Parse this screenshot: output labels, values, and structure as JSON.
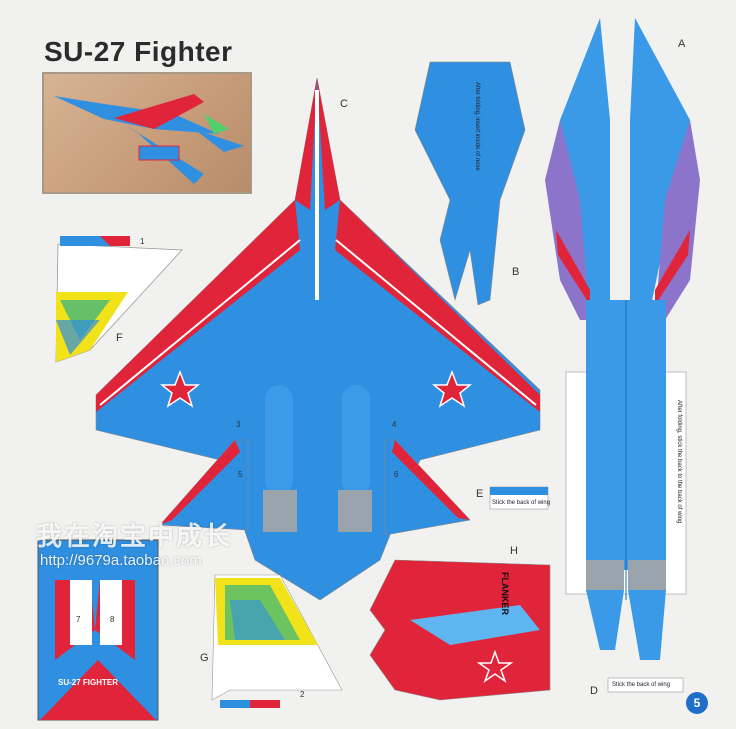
{
  "title": "SU-27 Fighter",
  "part_labels": {
    "a": "A",
    "b": "B",
    "c": "C",
    "d": "D",
    "e": "E",
    "f": "F",
    "g": "G",
    "h": "H"
  },
  "tab_numbers": {
    "n1": "1",
    "n2": "2",
    "n3": "3",
    "n4": "4",
    "n5": "5",
    "n6": "6",
    "n7": "7",
    "n8": "8"
  },
  "instructions": {
    "nose_fold": "After folding, insert inside of nose",
    "stick_wing_e": "Stick the back of wing",
    "stick_wing_d": "Stick the back of wing",
    "body_fold": "After folding, stick the back to the back of wing"
  },
  "tail_text": "FLANKER",
  "box_label": "SU-27 FIGHTER",
  "watermark_cn": "我在淘宝中成长",
  "watermark_url": "http://9679a.taobao.com",
  "page_number": "5",
  "colors": {
    "blue": "#2f8fe0",
    "red": "#e0243a",
    "white": "#ffffff",
    "yellow": "#f2e21a",
    "background": "#f1f1ef"
  }
}
